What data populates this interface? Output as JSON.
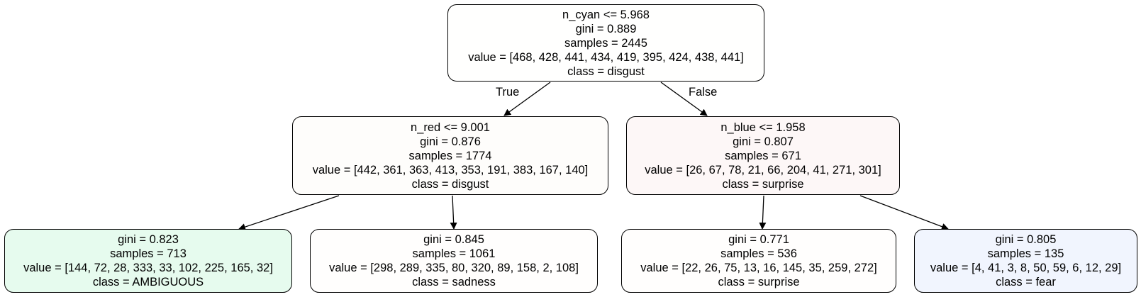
{
  "tree": {
    "root": {
      "split": "n_cyan <= 5.968",
      "gini": "gini = 0.889",
      "samples": "samples = 2445",
      "value": "value = [468, 428, 441, 434, 419, 395, 424, 438, 441]",
      "class": "class = disgust",
      "fill": "#fffffe"
    },
    "edge_true_label": "True",
    "edge_false_label": "False",
    "left": {
      "split": "n_red <= 9.001",
      "gini": "gini = 0.876",
      "samples": "samples = 1774",
      "value": "value = [442, 361, 363, 413, 353, 191, 383, 167, 140]",
      "class": "class = disgust",
      "fill": "#fefdfb"
    },
    "right": {
      "split": "n_blue <= 1.958",
      "gini": "gini = 0.807",
      "samples": "samples = 671",
      "value": "value = [26, 67, 78, 21, 66, 204, 41, 271, 301]",
      "class": "class = surprise",
      "fill": "#fdf7f7"
    },
    "leaf_ll": {
      "gini": "gini = 0.823",
      "samples": "samples = 713",
      "value": "value = [144, 72, 28, 333, 33, 102, 225, 165, 32]",
      "class": "class = AMBIGUOUS",
      "fill": "#e6fbee"
    },
    "leaf_lr": {
      "gini": "gini = 0.845",
      "samples": "samples = 1061",
      "value": "value = [298, 289, 335, 80, 320, 89, 158, 2, 108]",
      "class": "class = sadness",
      "fill": "#fffefd"
    },
    "leaf_rl": {
      "gini": "gini = 0.771",
      "samples": "samples = 536",
      "value": "value = [22, 26, 75, 13, 16, 145, 35, 259, 272]",
      "class": "class = surprise",
      "fill": "#fffefd"
    },
    "leaf_rr": {
      "gini": "gini = 0.805",
      "samples": "samples = 135",
      "value": "value = [4, 41, 3, 8, 50, 59, 6, 12, 29]",
      "class": "class = fear",
      "fill": "#f1f5fe"
    }
  }
}
